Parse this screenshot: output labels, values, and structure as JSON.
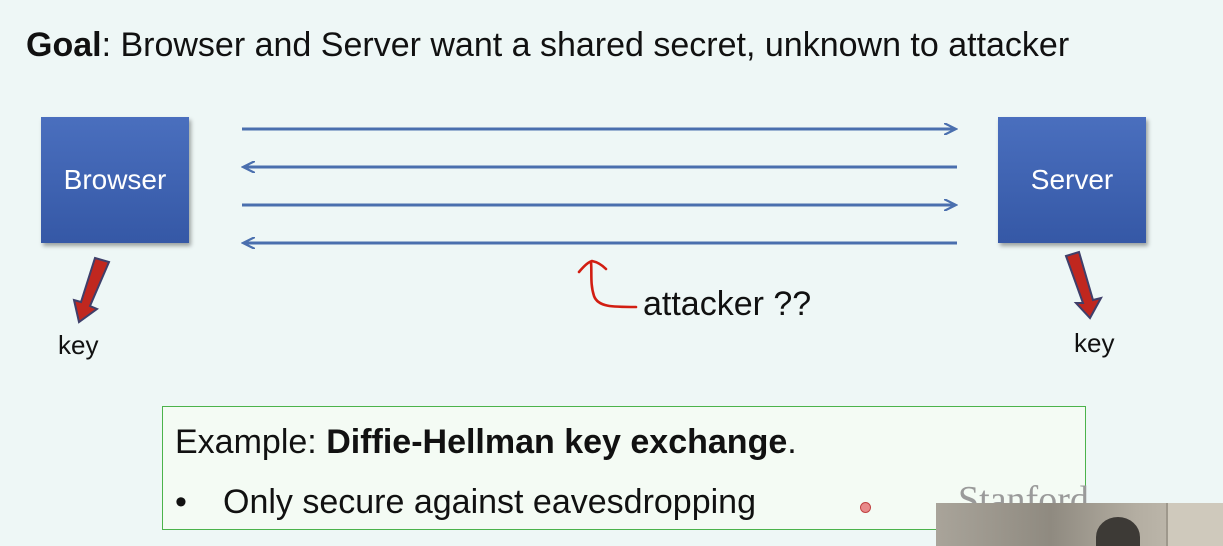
{
  "title": {
    "bold": "Goal",
    "text": ":  Browser and Server want a shared secret, unknown to attacker"
  },
  "diagram": {
    "left_box": "Browser",
    "right_box": "Server",
    "left_key": "key",
    "right_key": "key",
    "attacker": "attacker ??",
    "arrow_directions": [
      "right",
      "left",
      "right",
      "left"
    ],
    "colors": {
      "box": "#3f63b0",
      "arrow": "#4a6fae",
      "key_arrow": "#c0271f",
      "attacker_scribble": "#d21e12"
    }
  },
  "example": {
    "prefix": "Example:  ",
    "bold": "Diffie-Hellman key exchange",
    "suffix": ".",
    "bullet_marker": "•",
    "bullet": "Only secure against eavesdropping"
  },
  "watermark": "Stanford"
}
